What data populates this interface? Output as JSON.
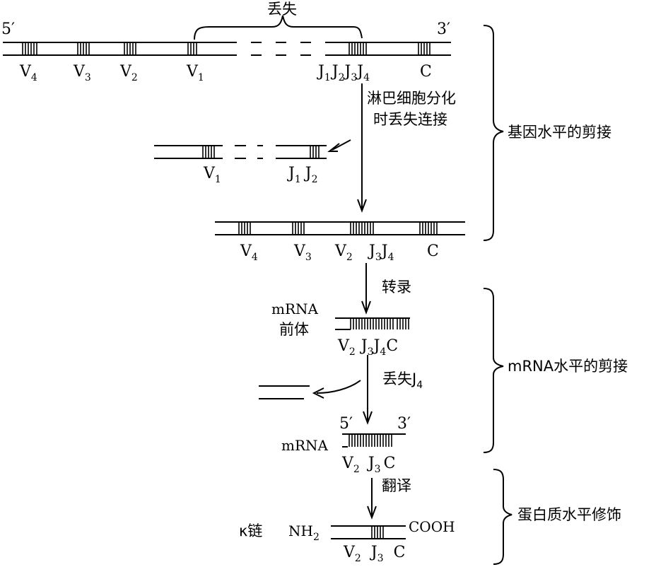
{
  "labels": {
    "five_prime": "5′",
    "three_prime": "3′",
    "lost": "丢失",
    "diff_line1": "淋巴细胞分化",
    "diff_line2": "时丢失连接",
    "transcription": "转录",
    "mrna_pre_1": "mRNA",
    "mrna_pre_2": "前体",
    "lost_j4_main": "丢失J",
    "lost_j4_sub": "4",
    "mrna": "mRNA",
    "translation": "翻译",
    "kappa_chain": "κ链",
    "nh2_main": "NH",
    "nh2_sub": "2",
    "cooh": "COOH"
  },
  "segments": {
    "V": "V",
    "J": "J",
    "C": "C",
    "sub1": "1",
    "sub2": "2",
    "sub3": "3",
    "sub4": "4"
  },
  "braces": {
    "gene": "基因水平的剪接",
    "mrna": "mRNA水平的剪接",
    "protein": "蛋白质水平修饰"
  }
}
